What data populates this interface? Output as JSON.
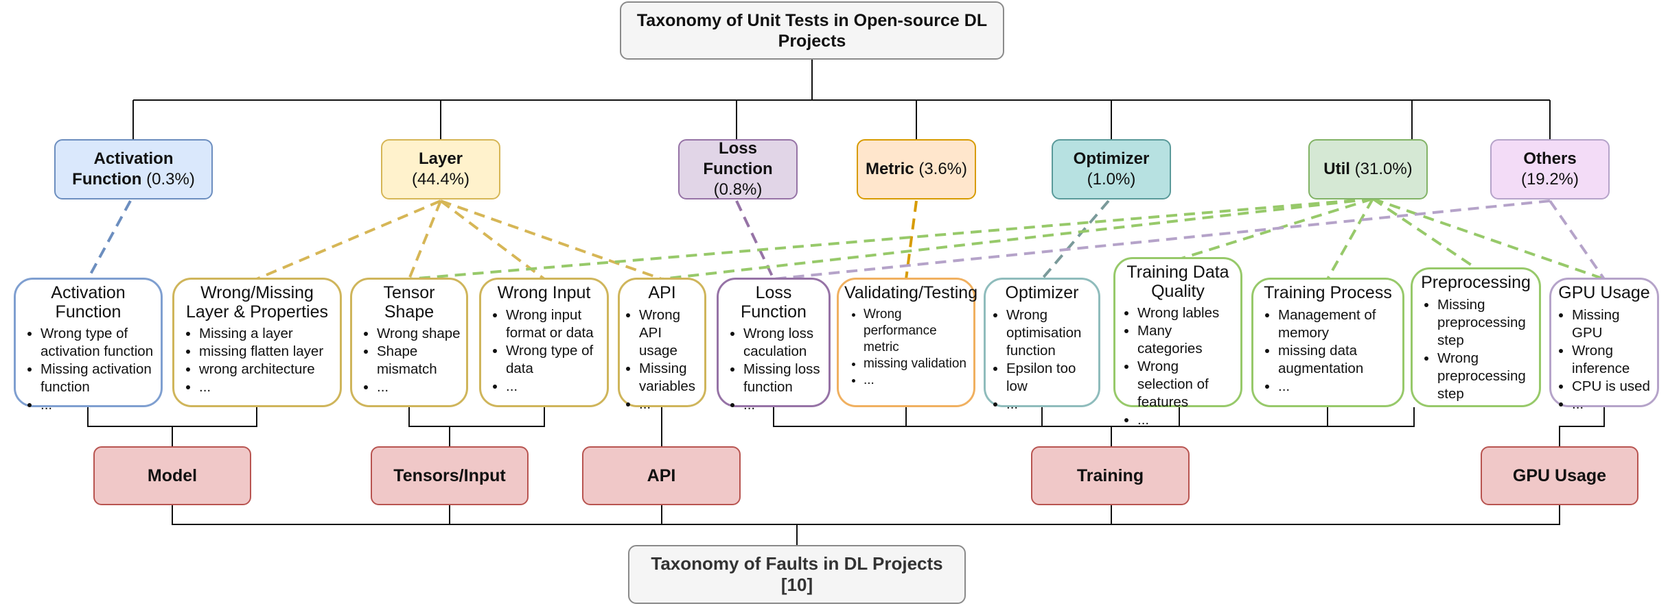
{
  "top_title": "Taxonomy of Unit Tests in Open-source DL Projects",
  "bottom_title": "Taxonomy of Faults in DL Projects [10]",
  "categories": [
    {
      "name": "Activation Function",
      "pct": "(0.3%)",
      "fill": "#dae8fc",
      "stroke": "#6c8ebf"
    },
    {
      "name": "Layer",
      "pct": "(44.4%)",
      "fill": "#fff2cc",
      "stroke": "#d6b656"
    },
    {
      "name": "Loss Function",
      "pct": "(0.8%)",
      "fill": "#e1d5e7",
      "stroke": "#9673a6"
    },
    {
      "name": "Metric",
      "pct": "(3.6%)",
      "fill": "#ffe6cc",
      "stroke": "#d79b00"
    },
    {
      "name": "Optimizer",
      "pct": "(1.0%)",
      "fill": "#b7e1e1",
      "stroke": "#5a9a9a"
    },
    {
      "name": "Util",
      "pct": "(31.0%)",
      "fill": "#d5e8d4",
      "stroke": "#82b366"
    },
    {
      "name": "Others",
      "pct": "(19.2%)",
      "fill": "#f3dcf7",
      "stroke": "#b5a3c9"
    }
  ],
  "subcategories": [
    {
      "title": "Activation Function",
      "stroke": "#7f9fd0",
      "items": [
        "Wrong type of activation function",
        "Missing activation function",
        "..."
      ]
    },
    {
      "title": "Wrong/Missing Layer & Properties",
      "stroke": "#cfb55b",
      "items": [
        "Missing a layer",
        "missing flatten layer",
        "wrong architecture",
        "..."
      ]
    },
    {
      "title": "Tensor Shape",
      "stroke": "#cfb55b",
      "items": [
        "Wrong shape",
        "Shape mismatch",
        "..."
      ]
    },
    {
      "title": "Wrong Input",
      "stroke": "#cfb55b",
      "items": [
        "Wrong input format or data",
        "Wrong type of data",
        "..."
      ]
    },
    {
      "title": "API",
      "stroke": "#cfb55b",
      "items": [
        "Wrong API usage",
        "Missing variables",
        "..."
      ]
    },
    {
      "title": "Loss Function",
      "stroke": "#9673a6",
      "items": [
        "Wrong loss caculation",
        "Missing loss function",
        "..."
      ]
    },
    {
      "title": "Validating/Testing",
      "stroke": "#f0b060",
      "items": [
        "Wrong performance metric",
        "missing validation",
        "..."
      ]
    },
    {
      "title": "Optimizer",
      "stroke": "#8fbcbc",
      "items": [
        "Wrong optimisation function",
        "Epsilon too low",
        "..."
      ]
    },
    {
      "title": "Training Data Quality",
      "stroke": "#97c96a",
      "items": [
        "Wrong lables",
        "Many categories",
        "Wrong selection of features",
        "..."
      ]
    },
    {
      "title": "Training Process",
      "stroke": "#97c96a",
      "items": [
        "Management of memory",
        "missing data augmentation",
        "..."
      ]
    },
    {
      "title": "Preprocessing",
      "stroke": "#97c96a",
      "items": [
        "Missing preprocessing step",
        "Wrong preprocessing step"
      ]
    },
    {
      "title": "GPU Usage",
      "stroke": "#b5a3c9",
      "items": [
        "Missing GPU",
        "Wrong inference",
        "CPU is used",
        "..."
      ]
    }
  ],
  "faults": [
    "Model",
    "Tensors/Input",
    "API",
    "Training",
    "GPU Usage"
  ],
  "colors": {
    "activation_link": "#6c8ebf",
    "layer_link": "#d6b656",
    "loss_link": "#9673a6",
    "metric_link": "#d79b00",
    "optimizer_link": "#7a9a9a",
    "util_link": "#97c96a",
    "others_link": "#b5a3c9",
    "tree_line": "#000000",
    "fault_fill": "#f0c8c8",
    "fault_stroke": "#b85450"
  }
}
